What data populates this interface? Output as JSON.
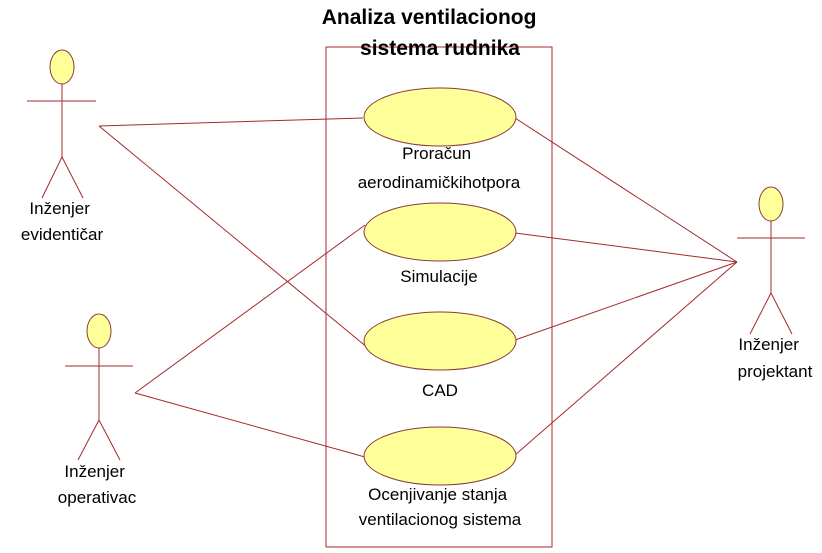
{
  "diagram": {
    "title_lines": [
      "Analiza ventilacionog",
      "sistema rudnika"
    ],
    "colors": {
      "line": "#a52a2a",
      "fill": "#ffff99",
      "stroke": "#8b3a3a"
    },
    "actors": [
      {
        "id": "evidenticar",
        "lines": [
          "Inženjer",
          "evidentičar"
        ]
      },
      {
        "id": "operativac",
        "lines": [
          "Inženjer",
          "operativac"
        ]
      },
      {
        "id": "projektant",
        "lines": [
          "Inženjer",
          "projektant"
        ]
      }
    ],
    "use_cases": [
      {
        "id": "proracun",
        "lines": [
          "Proračun",
          "aerodinamičkihotpora"
        ]
      },
      {
        "id": "simulacije",
        "lines": [
          "Simulacije"
        ]
      },
      {
        "id": "cad",
        "lines": [
          "CAD"
        ]
      },
      {
        "id": "ocenjivanje",
        "lines": [
          "Ocenjivanje stanja",
          "ventilacionog sistema"
        ]
      }
    ],
    "associations": [
      {
        "actor": "evidenticar",
        "use_case": "proracun"
      },
      {
        "actor": "evidenticar",
        "use_case": "cad"
      },
      {
        "actor": "operativac",
        "use_case": "simulacije"
      },
      {
        "actor": "operativac",
        "use_case": "ocenjivanje"
      },
      {
        "actor": "projektant",
        "use_case": "proracun"
      },
      {
        "actor": "projektant",
        "use_case": "simulacije"
      },
      {
        "actor": "projektant",
        "use_case": "cad"
      },
      {
        "actor": "projektant",
        "use_case": "ocenjivanje"
      }
    ]
  }
}
